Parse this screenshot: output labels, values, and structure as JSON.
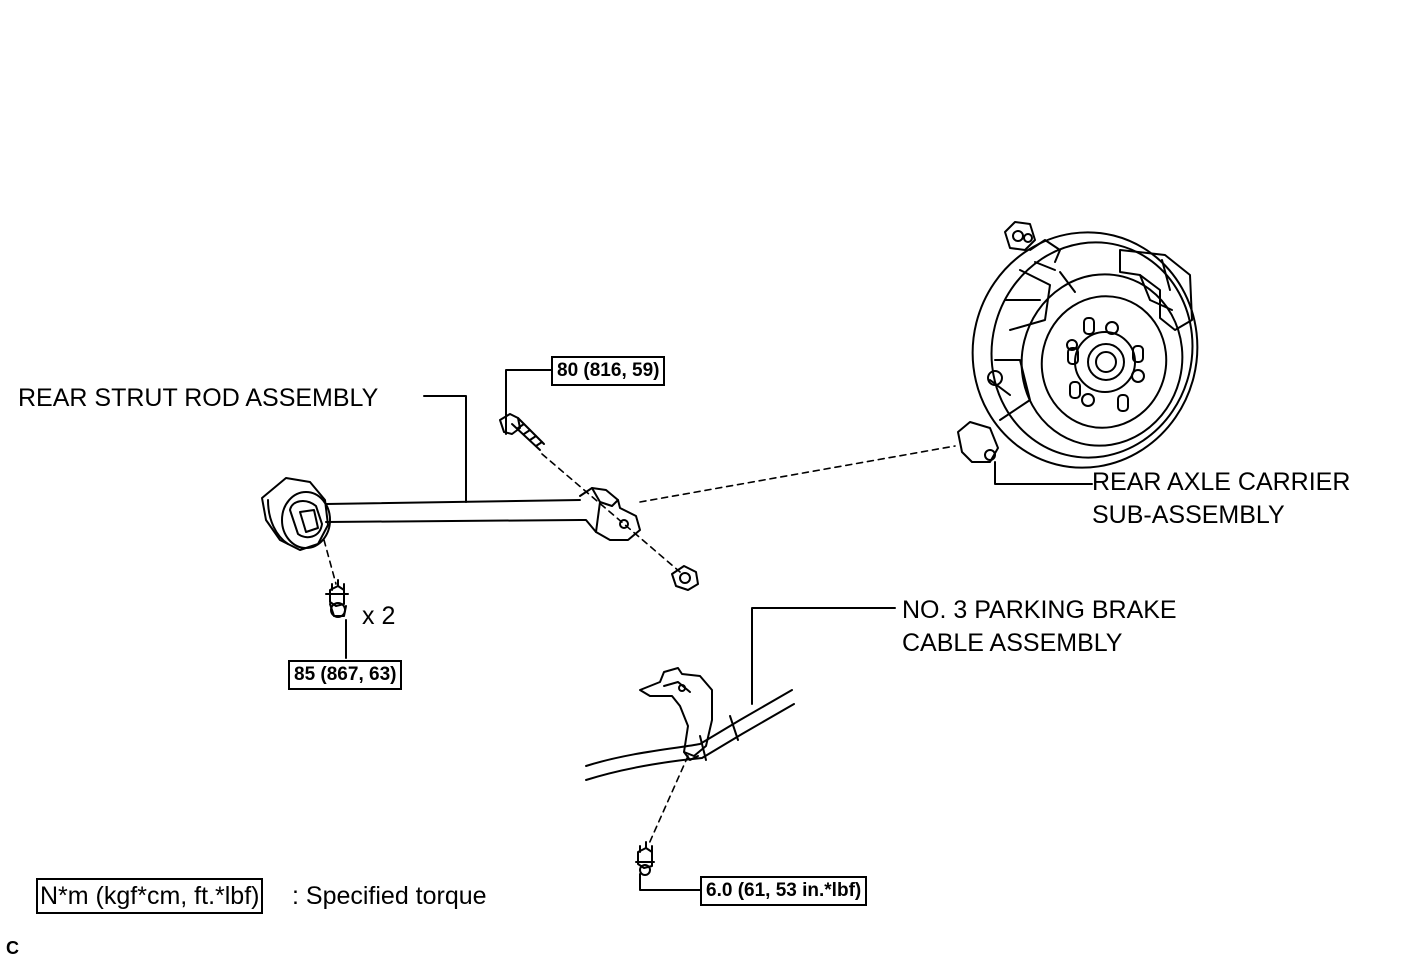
{
  "labels": {
    "strut_rod": "REAR STRUT ROD ASSEMBLY",
    "axle_carrier_line1": "REAR AXLE CARRIER",
    "axle_carrier_line2": "SUB-ASSEMBLY",
    "parking_cable_line1": "NO. 3 PARKING BRAKE",
    "parking_cable_line2": "CABLE ASSEMBLY",
    "quantity": "x 2"
  },
  "torques": {
    "strut_carrier_bolt": "80 (816, 59)",
    "strut_body_bolt": "85 (867, 63)",
    "cable_bracket_bolt": "6.0 (61, 53 in.*lbf)"
  },
  "legend": {
    "unit": "N*m (kgf*cm, ft.*lbf)",
    "description": ": Specified torque"
  },
  "corner_mark": "C"
}
